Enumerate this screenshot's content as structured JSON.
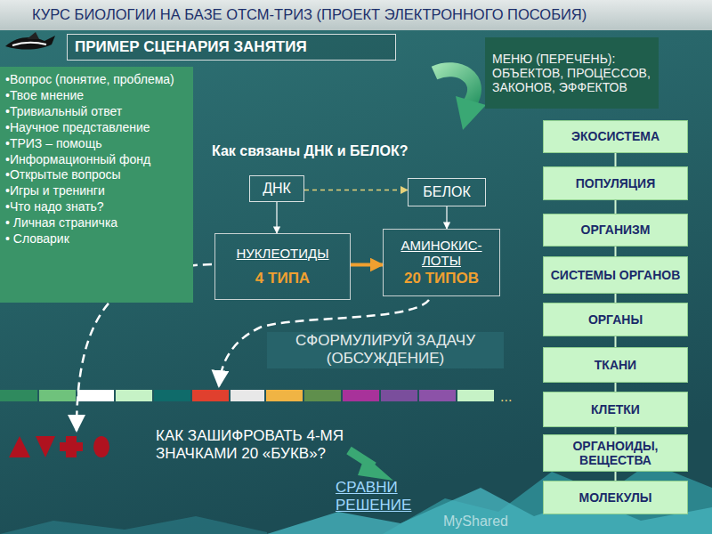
{
  "diagram": {
    "title": "КУРС БИОЛОГИИ НА БАЗЕ ОТСМ-ТРИЗ (ПРОЕКТ ЭЛЕКТРОННОГО ПОСОБИЯ)",
    "nodes": [
      {
        "text": [
          "ПРИМЕР СЦЕНАРИЯ ЗАНЯТИЯ"
        ]
      },
      {
        "text": [
          "МЕНЮ (ПЕРЕЧЕНЬ): ОБЪЕКТОВ, ПРОЦЕССОВ, ЗАКОНОВ, ЭФФЕКТОВ"
        ]
      },
      {
        "text": [
          "•Вопрос (понятие, проблема)",
          "•Твое мнение",
          "•Тривиальный ответ",
          "•Научное представление",
          "•ТРИЗ – помощь",
          "•Информационный фонд",
          "•Открытые вопросы",
          "•Игры и тренинги",
          "•Что надо знать?",
          "• Личная страничка",
          "• Словарик"
        ]
      },
      {
        "text": [
          "ДНК"
        ]
      },
      {
        "text": [
          "БЕЛОК"
        ]
      },
      {
        "text": [
          "НУКЛЕОТИДЫ",
          "4 ТИПА"
        ]
      },
      {
        "text": [
          "АМИНОКИС- ЛОТЫ",
          "20 ТИПОВ"
        ]
      },
      {
        "text": [
          "ЭКОСИСТЕМА"
        ]
      },
      {
        "text": [
          "ПОПУЛЯЦИЯ"
        ]
      },
      {
        "text": [
          "ОРГАНИЗМ"
        ]
      },
      {
        "text": [
          "СИСТЕМЫ ОРГАНОВ"
        ]
      },
      {
        "text": [
          "ОРГАНЫ"
        ]
      },
      {
        "text": [
          "ТКАНИ"
        ]
      },
      {
        "text": [
          "КЛЕТКИ"
        ]
      },
      {
        "text": [
          "ОРГАНОИДЫ, ВЕЩЕСТВА"
        ]
      },
      {
        "text": [
          "МОЛЕКУЛЫ"
        ]
      }
    ],
    "edges": [
      {
        "from": 3,
        "to": 4,
        "arrow": "to"
      },
      {
        "from": 3,
        "to": 5,
        "arrow": "to"
      },
      {
        "from": 4,
        "to": 6,
        "arrow": "to"
      },
      {
        "from": 5,
        "to": 6,
        "arrow": "to"
      },
      {
        "from": 7,
        "to": 8,
        "arrow": "none"
      },
      {
        "from": 8,
        "to": 9,
        "arrow": "none"
      },
      {
        "from": 9,
        "to": 10,
        "arrow": "none"
      },
      {
        "from": 10,
        "to": 11,
        "arrow": "none"
      },
      {
        "from": 11,
        "to": 12,
        "arrow": "none"
      },
      {
        "from": 12,
        "to": 13,
        "arrow": "none"
      },
      {
        "from": 13,
        "to": 14,
        "arrow": "none"
      },
      {
        "from": 14,
        "to": 15,
        "arrow": "none"
      }
    ],
    "labels": [
      "Как связаны ДНК и БЕЛОК?",
      "СФОРМУЛИРУЙ ЗАДАЧУ (ОБСУЖДЕНИЕ)",
      "...",
      "КАК ЗАШИФРОВАТЬ 4-МЯ ЗНАЧКАМИ 20 «БУКВ»?",
      "СРАВНИ РЕШЕНИЕ",
      "MyShared"
    ]
  }
}
